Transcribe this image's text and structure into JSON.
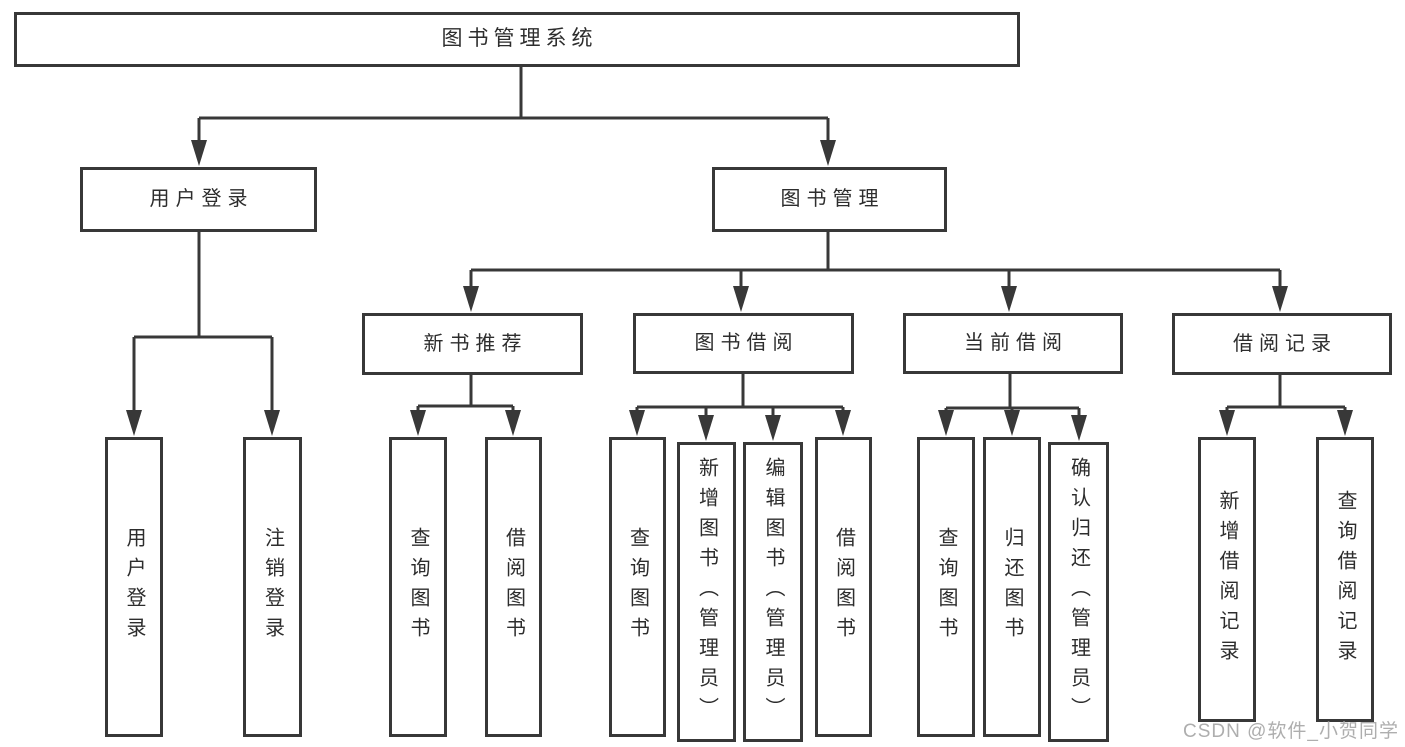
{
  "page": {
    "background": "#ffffff"
  },
  "colors": {
    "line": "#383838",
    "box_border": "#383838",
    "text": "#2d2d2d",
    "watermark": "#aeaeae"
  },
  "watermark": {
    "text": "CSDN @软件_小贺同学"
  },
  "diagram": {
    "root": {
      "label": "图书管理系统"
    },
    "user_login": {
      "label": "用户登录",
      "children": {
        "login": {
          "label": "用户登录"
        },
        "logout": {
          "label": "注销登录"
        }
      }
    },
    "book_mgmt": {
      "label": "图书管理",
      "sections": {
        "new_books": {
          "label": "新书推荐",
          "children": {
            "query": {
              "label": "查询图书"
            },
            "borrow": {
              "label": "借阅图书"
            }
          }
        },
        "book_borrow": {
          "label": "图书借阅",
          "children": {
            "query": {
              "label": "查询图书"
            },
            "add": {
              "label": "新增图书（管理员）"
            },
            "edit": {
              "label": "编辑图书（管理员）"
            },
            "borrow": {
              "label": "借阅图书"
            }
          }
        },
        "current_borrow": {
          "label": "当前借阅",
          "children": {
            "query": {
              "label": "查询图书"
            },
            "return": {
              "label": "归还图书"
            },
            "confirm": {
              "label": "确认归还（管理员）"
            }
          }
        },
        "borrow_records": {
          "label": "借阅记录",
          "children": {
            "add": {
              "label": "新增借阅记录"
            },
            "query": {
              "label": "查询借阅记录"
            }
          }
        }
      }
    }
  }
}
